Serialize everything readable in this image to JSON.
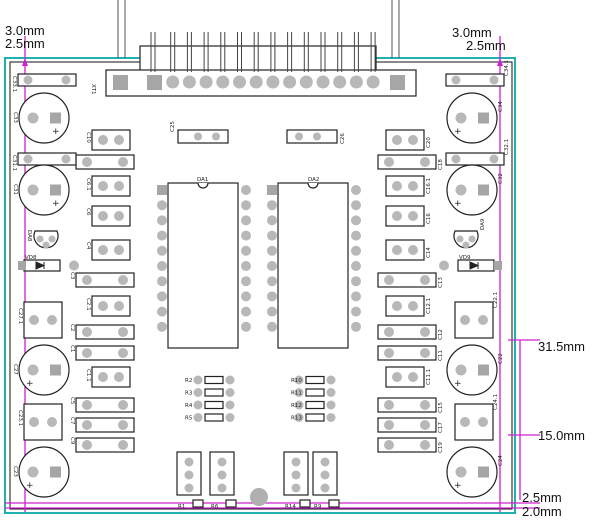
{
  "dimensions": {
    "top_left_outer": "3.0mm",
    "top_left_inner": "2.5mm",
    "top_right_outer": "3.0mm",
    "top_right_inner": "2.5mm",
    "right_upper": "31.5mm",
    "right_middle": "15.0mm",
    "bottom_outer": "2.5mm",
    "bottom_inner": "2.0mm"
  },
  "connector": {
    "label": "XT1"
  },
  "ics": {
    "left": "DA1",
    "right": "DA2"
  },
  "left_column": {
    "c33_1": "C33.1",
    "c33": "C33",
    "c31_1": "C31.1",
    "c31": "C31",
    "da8": "DA8",
    "vd8": "VD8",
    "c27_1": "C27.1",
    "c27": "C27",
    "c23_1": "C23.1",
    "c23": "C23"
  },
  "right_column": {
    "c34_1": "C34.1",
    "c34": "C34",
    "c32_1": "C32.1",
    "c32": "C32",
    "da9": "DA9",
    "vd9": "VD9",
    "c22_1": "C22.1",
    "c22": "C22",
    "c24_1": "C24.1",
    "c24": "C24"
  },
  "inner_left": [
    "C10",
    "C8",
    "C6.1",
    "C6",
    "C4",
    "C3",
    "C2.1",
    "C2",
    "C1",
    "C1.1",
    "C5",
    "C7",
    "C9"
  ],
  "inner_right": [
    "C20",
    "C18",
    "C16.1",
    "C16",
    "C14",
    "C13",
    "C12.1",
    "C12",
    "C11",
    "C11.1",
    "C15",
    "C17",
    "C19"
  ],
  "top_caps": {
    "left": "C25",
    "right": "C26"
  },
  "resistors_left": [
    "R2",
    "R3",
    "R4",
    "R5"
  ],
  "resistors_right": [
    "R10",
    "R11",
    "R12",
    "R13"
  ],
  "trimmers": [
    "R1",
    "R6",
    "R14",
    "R9"
  ],
  "colors": {
    "board_outline": "#20b0b0",
    "dimension_lines": "#d020d0",
    "pads": "#b8b8b8",
    "silkscreen": "#222222"
  }
}
